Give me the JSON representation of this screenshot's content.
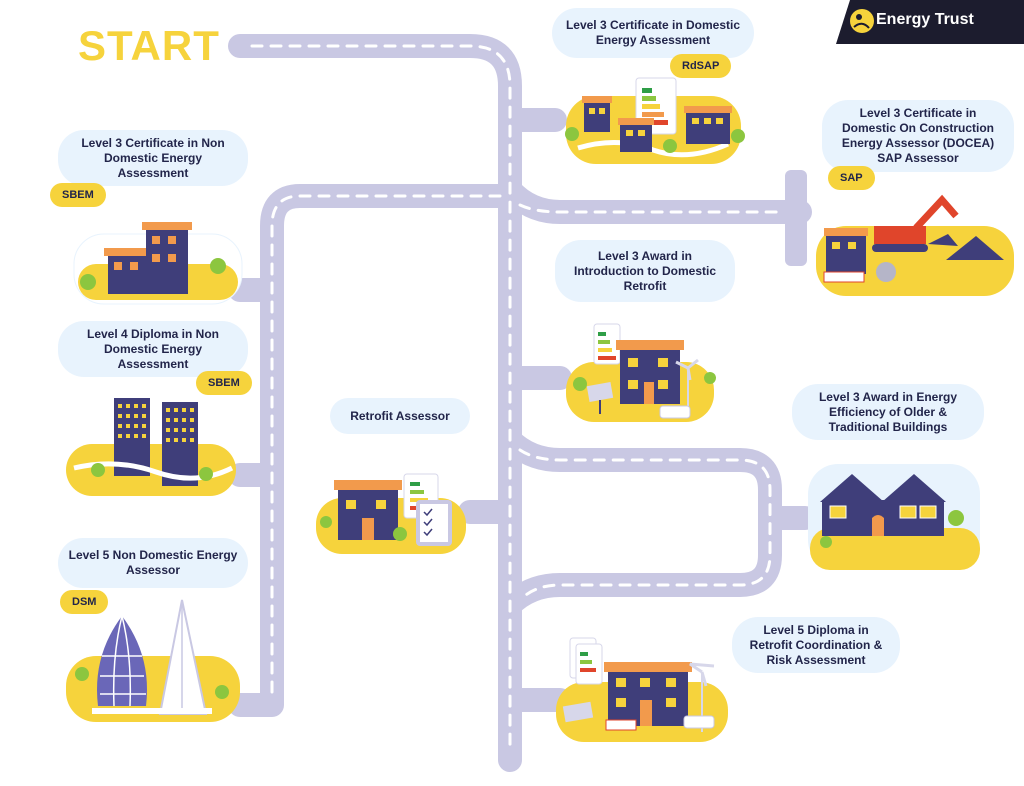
{
  "start_label": "START",
  "brand": {
    "name": "Energy Trust"
  },
  "qualifications": [
    {
      "title": "Level 3 Certificate in Domestic Energy Assessment",
      "badge": "RdSAP"
    },
    {
      "title": "Level 3 Certificate in Domestic On Construction Energy Assessor (DOCEA) SAP Assessor",
      "badge": "SAP"
    },
    {
      "title": "Level 3 Certificate in Non Domestic Energy Assessment",
      "badge": "SBEM"
    },
    {
      "title": "Level 4 Diploma in Non Domestic Energy Assessment",
      "badge": "SBEM"
    },
    {
      "title": "Level 5 Non Domestic Energy Assessor",
      "badge": "DSM"
    },
    {
      "title": "Level 3 Award in Introduction to Domestic Retrofit"
    },
    {
      "title": "Retrofit Assessor"
    },
    {
      "title": "Level 3 Award in Energy Efficiency of Older & Traditional Buildings"
    },
    {
      "title": "Level 5 Diploma in Retrofit Coordination & Risk Assessment"
    }
  ],
  "colors": {
    "road": "#c9c8e3",
    "yellow": "#f6d33c",
    "bubble": "#e8f3fd",
    "building": "#3f3e7a",
    "roof": "#f29a4c",
    "text": "#22254a",
    "dark": "#1c1c2e"
  },
  "icons": [
    "energy-rating-chart-icon",
    "checklist-icon",
    "solar-panel-icon",
    "wind-turbine-icon",
    "excavator-icon",
    "tree-icon"
  ]
}
